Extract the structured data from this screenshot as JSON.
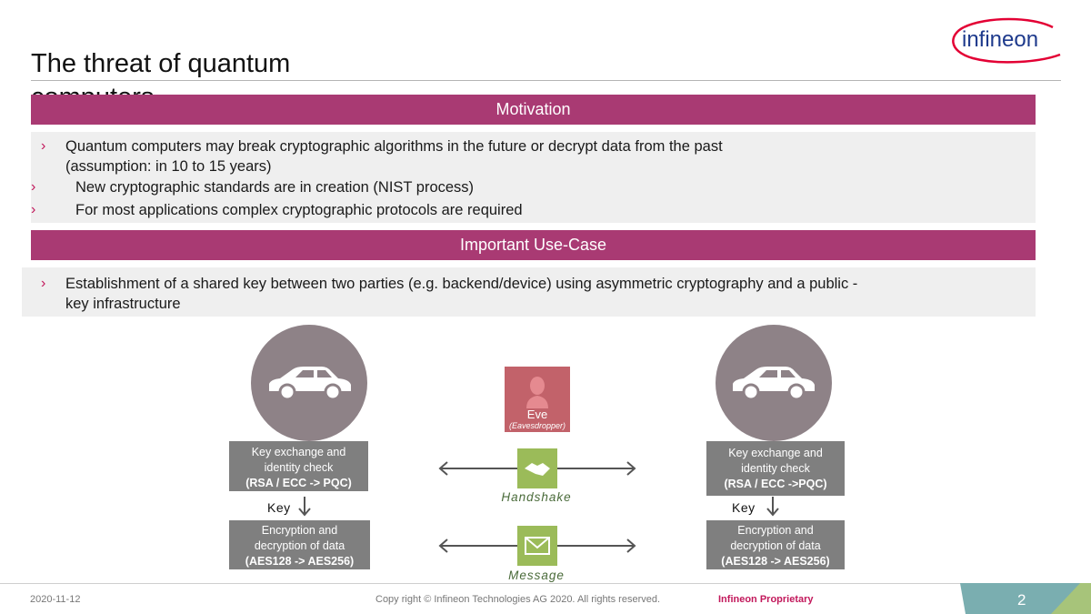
{
  "slide": {
    "title": "The threat of quantum computers"
  },
  "logo": {
    "text": "infineon"
  },
  "motivation": {
    "header": "Motivation",
    "bullets": [
      {
        "line1": "Quantum computers may break cryptographic algorithms in the future or decrypt data from the past",
        "line2": "(assumption: in 10 to 15 years)"
      },
      {
        "line1": "New cryptographic standards are in creation (NIST  process)"
      },
      {
        "line1": "For most applications complex cryptographic protocols are required"
      }
    ]
  },
  "usecase": {
    "header": "Important Use-Case",
    "bullets": [
      {
        "line1": "Establishment of a shared key between two parties (e.g. backend/device) using asymmetric cryptography and a public -",
        "line2": "key infrastructure"
      }
    ]
  },
  "diagram": {
    "left": {
      "kx_line1": "Key exchange and",
      "kx_line2": "identity check",
      "kx_line3": "(RSA / ECC -> PQC)",
      "key_label": "Key",
      "enc_line1": "Encryption and",
      "enc_line2": "decryption of data",
      "enc_line3": "(AES128 -> AES256)"
    },
    "right": {
      "kx_line1": "Key exchange and",
      "kx_line2": "identity check",
      "kx_line3": "(RSA / ECC ->PQC)",
      "key_label": "Key",
      "enc_line1": "Encryption and",
      "enc_line2": "decryption of data",
      "enc_line3": "(AES128 -> AES256)"
    },
    "eve": {
      "name": "Eve",
      "role": "(Eavesdropper)"
    },
    "handshake_caption": "Handshake",
    "message_caption": "Message",
    "colors": {
      "band": "#a93a73",
      "circle": "#8e8287",
      "box": "#7f7f7f",
      "eve": "#c2626a",
      "icon": "#9bbb59"
    }
  },
  "footer": {
    "date": "2020-11-12",
    "copyright": "Copy right © Infineon Technologies AG 2020. All rights reserved.",
    "classification": "Infineon Proprietary",
    "page": "2"
  }
}
